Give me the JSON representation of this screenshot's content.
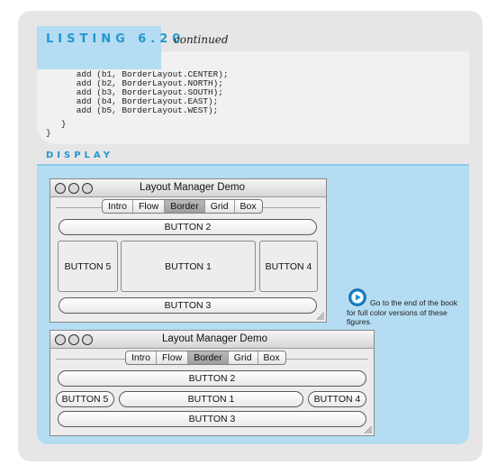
{
  "listing": {
    "label": "LISTING 6.20",
    "continued": "continued"
  },
  "code": {
    "lines": [
      "      add (b1, BorderLayout.CENTER);",
      "      add (b2, BorderLayout.NORTH);",
      "      add (b3, BorderLayout.SOUTH);",
      "      add (b4, BorderLayout.EAST);",
      "      add (b5, BorderLayout.WEST);",
      "   }",
      "}"
    ]
  },
  "display": {
    "label": "DISPLAY"
  },
  "windows": [
    {
      "title": "Layout Manager Demo",
      "tabs": [
        "Intro",
        "Flow",
        "Border",
        "Grid",
        "Box"
      ],
      "active_tab": "Border",
      "buttons": {
        "north": "BUTTON 2",
        "west": "BUTTON 5",
        "center": "BUTTON 1",
        "east": "BUTTON 4",
        "south": "BUTTON 3"
      }
    },
    {
      "title": "Layout Manager Demo",
      "tabs": [
        "Intro",
        "Flow",
        "Border",
        "Grid",
        "Box"
      ],
      "active_tab": "Border",
      "buttons": {
        "north": "BUTTON 2",
        "west": "BUTTON 5",
        "center": "BUTTON 1",
        "east": "BUTTON 4",
        "south": "BUTTON 3"
      }
    }
  ],
  "note": {
    "text": "Go to the end of the book for full color versions of these figures."
  },
  "colors": {
    "accent": "#2497cf",
    "panel": "#b4dcf2",
    "background": "#e6e6e6"
  }
}
